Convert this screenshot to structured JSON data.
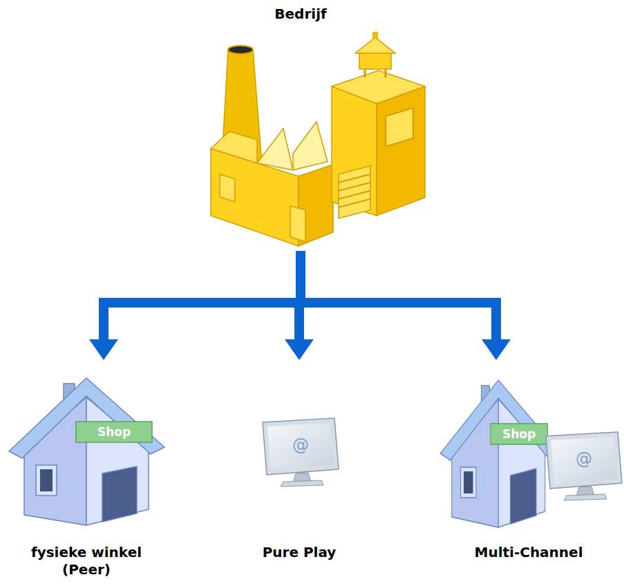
{
  "diagram": {
    "nodes": [
      {
        "text": [
          "Bedrijf"
        ]
      },
      {
        "text": [
          "Shop",
          "fysieke winkel (Peer)"
        ]
      },
      {
        "text": [
          "@",
          "Pure Play"
        ]
      },
      {
        "text": [
          "Shop",
          "@",
          "Multi-Channel"
        ]
      }
    ],
    "edges": [
      {
        "from": 0,
        "to": 1,
        "arrow": "to"
      },
      {
        "from": 0,
        "to": 2,
        "arrow": "to"
      },
      {
        "from": 0,
        "to": 3,
        "arrow": "to"
      }
    ]
  }
}
